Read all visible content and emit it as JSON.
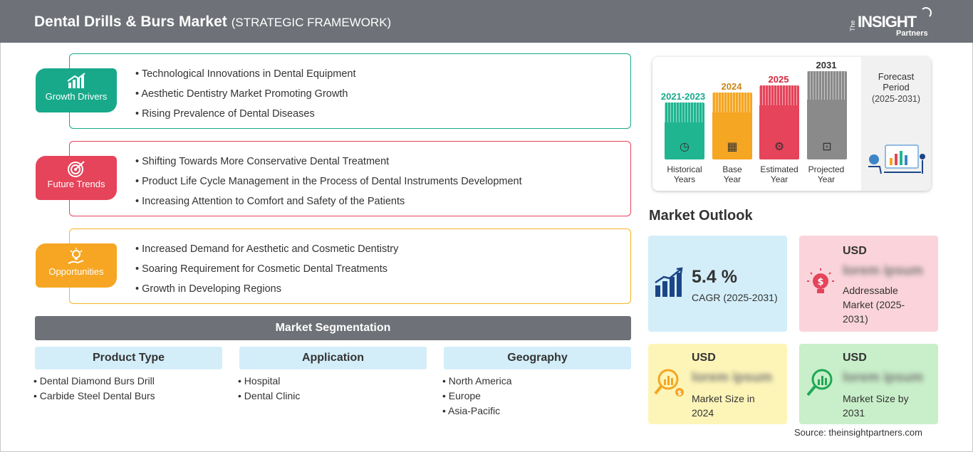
{
  "header": {
    "title": "Dental Drills & Burs Market",
    "subtitle": "(STRATEGIC FRAMEWORK)",
    "logo": {
      "the": "The",
      "insight": "INSIGHT",
      "partners": "Partners"
    }
  },
  "colors": {
    "header": "#6e7177",
    "growth": "#17a98a",
    "trends": "#e5445a",
    "opportunities": "#f6a623",
    "historical": "#1fb591",
    "base": "#f5a623",
    "estimated": "#e5445a",
    "projected": "#8a8a8a"
  },
  "sections": [
    {
      "label": "Growth Drivers",
      "icon": "growth-chart-icon",
      "items": [
        "Technological Innovations in Dental Equipment",
        "Aesthetic Dentistry Market Promoting Growth",
        "Rising Prevalence of Dental Diseases"
      ]
    },
    {
      "label": "Future Trends",
      "icon": "target-icon",
      "items": [
        "Shifting Towards More Conservative Dental Treatment",
        "Product Life Cycle Management in the Process of Dental Instruments Development",
        "Increasing Attention to Comfort and Safety of the Patients"
      ]
    },
    {
      "label": "Opportunities",
      "icon": "lightbulb-hand-icon",
      "items": [
        "Increased Demand for Aesthetic and Cosmetic Dentistry",
        "Soaring Requirement for Cosmetic Dental Treatments",
        "Growth in Developing Regions"
      ]
    }
  ],
  "segmentation": {
    "title": "Market Segmentation",
    "columns": [
      {
        "heading": "Product Type",
        "items": [
          "Dental Diamond Burs Drill",
          "Carbide Steel Dental Burs"
        ]
      },
      {
        "heading": "Application",
        "items": [
          "Hospital",
          "Dental Clinic"
        ]
      },
      {
        "heading": "Geography",
        "items": [
          "North America",
          "Europe",
          "Asia-Pacific"
        ]
      }
    ]
  },
  "timeline": {
    "periods": [
      {
        "year": "2021-2023",
        "label1": "Historical",
        "label2": "Years",
        "icon": "history-clock-icon"
      },
      {
        "year": "2024",
        "label1": "Base",
        "label2": "Year",
        "icon": "calendar-icon"
      },
      {
        "year": "2025",
        "label1": "Estimated",
        "label2": "Year",
        "icon": "estimate-gear-icon"
      },
      {
        "year": "2031",
        "label1": "Projected",
        "label2": "Year",
        "icon": "presentation-chart-icon"
      }
    ],
    "forecast_title": "Forecast Period",
    "forecast_range": "(2025-2031)"
  },
  "outlook": {
    "title": "Market Outlook",
    "cagr": {
      "value": "5.4 %",
      "label": "CAGR (2025-2031)",
      "icon": "growth-bars-icon"
    },
    "addressable": {
      "usd": "USD",
      "value": "lorem ipsum",
      "label": "Addressable Market (2025-2031)",
      "icon": "idea-dollar-icon"
    },
    "size2024": {
      "usd": "USD",
      "value": "lorem ipsum",
      "label": "Market Size in 2024",
      "icon": "magnifier-dollar-icon"
    },
    "size2031": {
      "usd": "USD",
      "value": "lorem ipsum",
      "label": "Market Size by 2031",
      "icon": "magnifier-chart-icon"
    }
  },
  "source": "Source: theinsightpartners.com"
}
